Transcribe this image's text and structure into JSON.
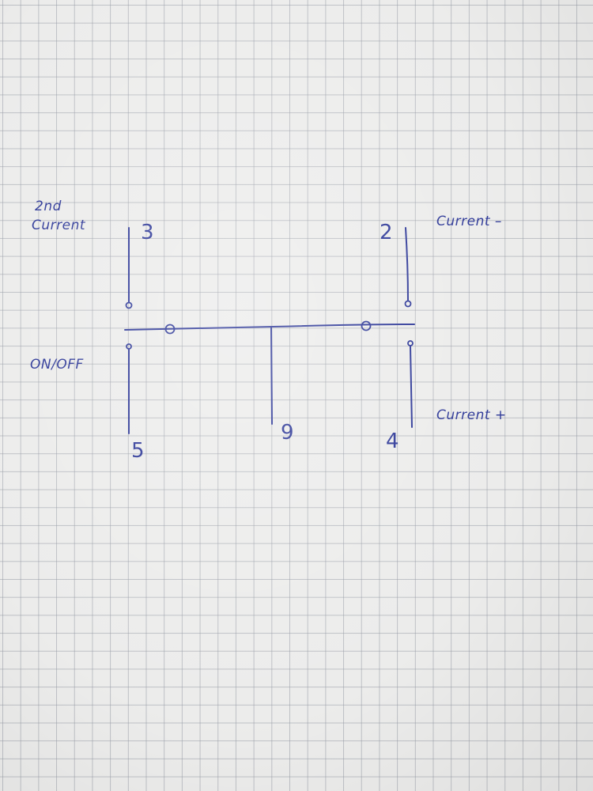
{
  "diagram": {
    "terminals": {
      "t3": "3",
      "t2": "2",
      "t5": "5",
      "t9": "9",
      "t4": "4"
    },
    "labels": {
      "top_left_line1": "2nd",
      "top_left_line2": "Current",
      "top_right": "Current –",
      "mid_left": "ON/OFF",
      "bottom_right": "Current +"
    },
    "colors": {
      "ink": "#2a3596",
      "paper": "#ececeb",
      "grid": "#969ba5"
    }
  }
}
